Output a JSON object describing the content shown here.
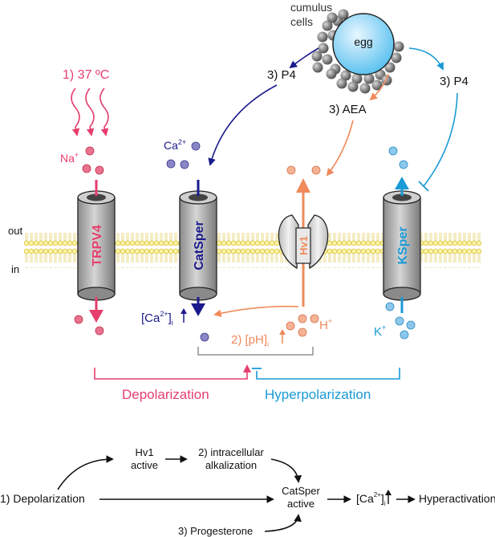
{
  "colors": {
    "pink": "#e63e6d",
    "navy": "#1a1a8c",
    "orange": "#f08a5b",
    "blue": "#1a9ad6",
    "gray": "#909090",
    "black": "#111111"
  },
  "top": {
    "cumulus": "cumulus",
    "cells": "cells",
    "egg": "egg",
    "p4_left": "3) P4",
    "p4_right": "3) P4",
    "aea": "3) AEA",
    "temp": "1) 37 ºC",
    "out": "out",
    "in": "in",
    "na": "Na",
    "na_sup": "+",
    "ca": "Ca",
    "ca_sup": "2+",
    "k": "K",
    "k_sup": "+",
    "h": "H",
    "h_sup": "+",
    "ca_i_open": "[Ca",
    "ca_i_sup": "2+",
    "ca_i_close": "]",
    "ca_i_sub": "i",
    "ph_open": "2) [pH]",
    "ph_sub": "i",
    "depolarization": "Depolarization",
    "hyperpolarization": "Hyperpolarization"
  },
  "channels": {
    "trpv4": "TRPV4",
    "catsper": "CatSper",
    "hv1": "Hv1",
    "ksper": "KSper"
  },
  "flow": {
    "depolarization": "1) Depolarization",
    "hv1_line1": "Hv1",
    "hv1_line2": "active",
    "alk_line1": "2) intracellular",
    "alk_line2": "alkalization",
    "catsper_line1": "CatSper",
    "catsper_line2": "active",
    "progesterone": "3) Progesterone",
    "ca_open": "[Ca",
    "ca_sup": "2+",
    "ca_close": "]",
    "ca_sub": "i",
    "hyperactivation": "Hyperactivation"
  }
}
